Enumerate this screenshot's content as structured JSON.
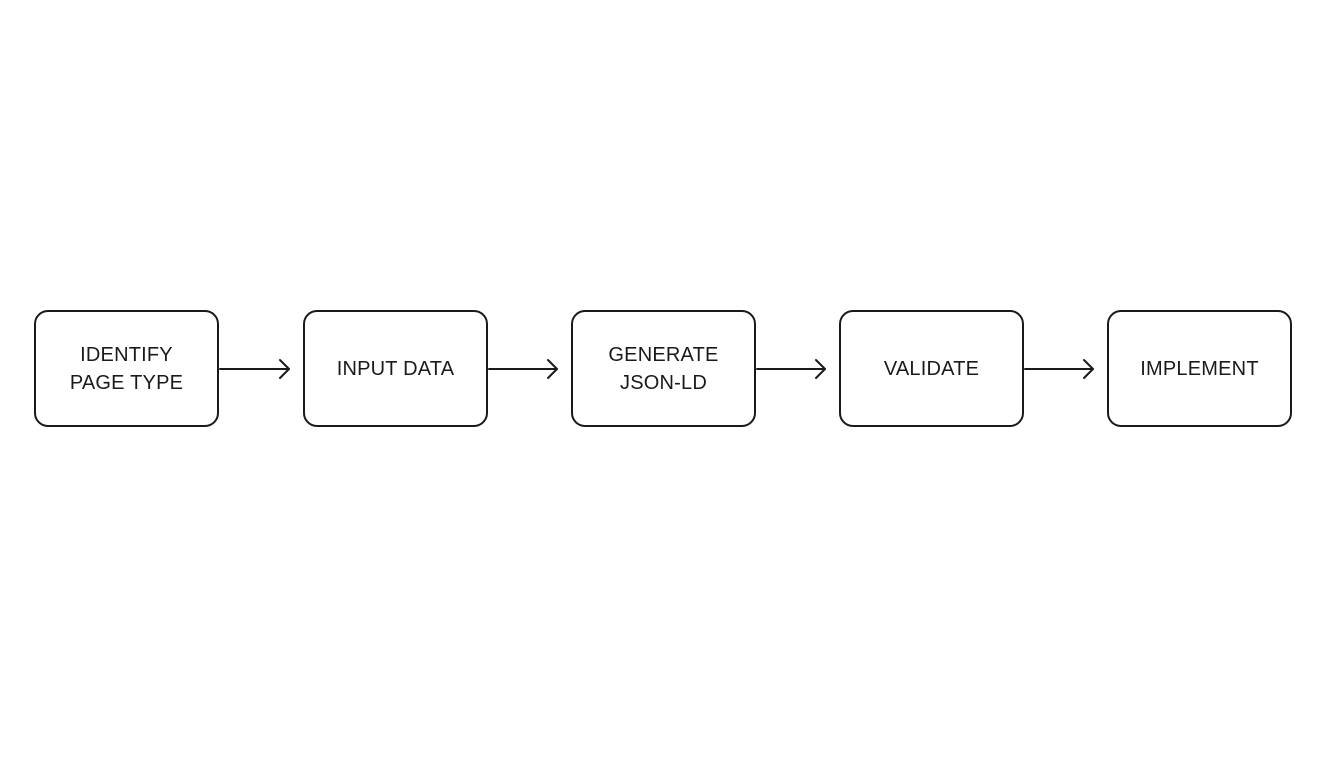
{
  "flow": {
    "steps": [
      {
        "label": "IDENTIFY\nPAGE TYPE"
      },
      {
        "label": "INPUT DATA"
      },
      {
        "label": "GENERATE\nJSON-LD"
      },
      {
        "label": "VALIDATE"
      },
      {
        "label": "IMPLEMENT"
      }
    ]
  },
  "colors": {
    "stroke": "#1a1a1a",
    "background": "#ffffff"
  }
}
